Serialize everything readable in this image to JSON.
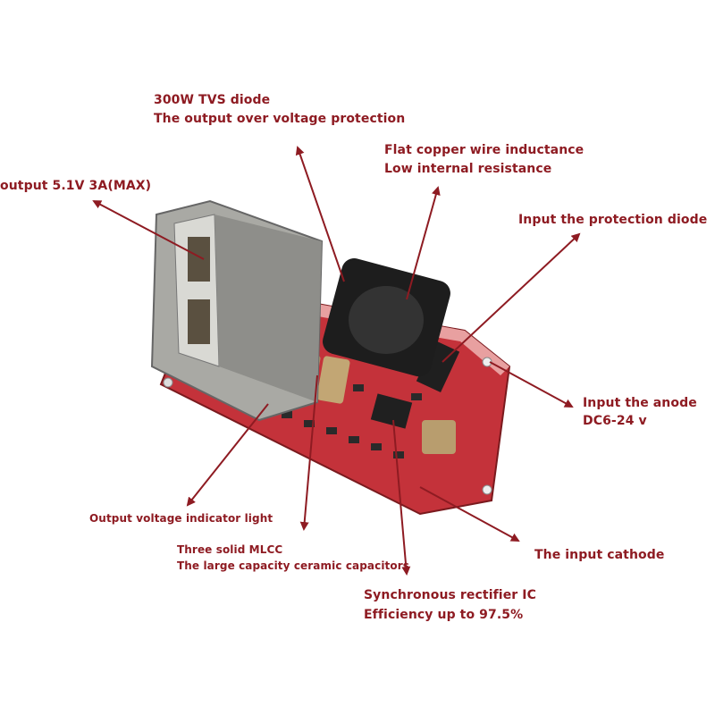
{
  "labels": {
    "usb_output": "output 5.1V  3A(MAX)",
    "tvs_title": "300W TVS diode",
    "tvs_desc": "The output over voltage protection",
    "inductor_title": "Flat copper wire inductance",
    "inductor_desc": "Low internal resistance",
    "protection_diode": "Input the protection diode",
    "anode_title": "Input the anode",
    "anode_desc": "DC6-24 v",
    "indicator": "Output voltage indicator light",
    "mlcc_title": "Three solid MLCC",
    "mlcc_desc": "The large capacity ceramic capacitors",
    "cathode": "The input cathode",
    "ic_title": "Synchronous rectifier IC",
    "ic_desc": "Efficiency up to 97.5%"
  },
  "colors": {
    "annotation": "#8e1b22",
    "pcb": "#c4323a",
    "usb": "#a9a9a4",
    "inductor": "#1d1d1d"
  }
}
